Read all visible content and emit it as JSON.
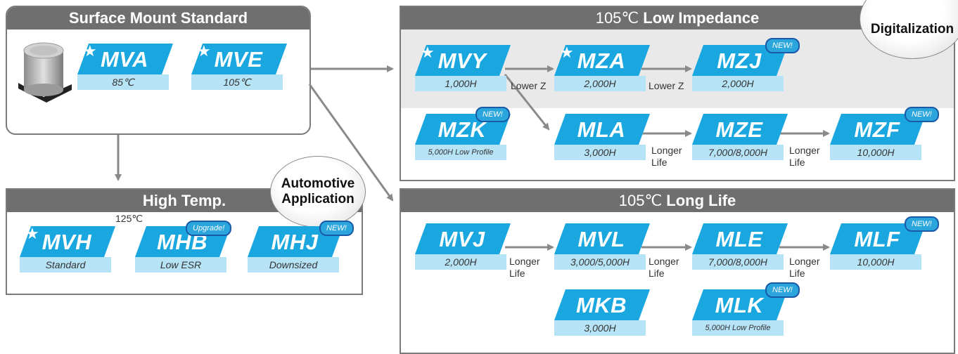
{
  "panels": {
    "surface": {
      "title": "Surface Mount Standard"
    },
    "high_temp": {
      "title": "High Temp.",
      "temp_note": "125℃"
    },
    "low_imp": {
      "title_temp": "105℃",
      "title_text": "Low Impedance"
    },
    "long_life": {
      "title_temp": "105℃",
      "title_text": "Long Life"
    }
  },
  "bubbles": {
    "automotive_line1": "Automotive",
    "automotive_line2": "Application",
    "digitalization": "Digitalization"
  },
  "series": {
    "mva": {
      "name": "MVA",
      "spec": "85℃",
      "star": "★"
    },
    "mve": {
      "name": "MVE",
      "spec": "105℃",
      "star": "★"
    },
    "mvh": {
      "name": "MVH",
      "spec": "Standard",
      "star": "★"
    },
    "mhb": {
      "name": "MHB",
      "spec": "Low ESR",
      "badge": "Upgrade!"
    },
    "mhj": {
      "name": "MHJ",
      "spec": "Downsized",
      "badge": "NEW!"
    },
    "mvy": {
      "name": "MVY",
      "spec": "1,000H",
      "star": "★"
    },
    "mza": {
      "name": "MZA",
      "spec": "2,000H",
      "star": "★"
    },
    "mzj": {
      "name": "MZJ",
      "spec": "2,000H",
      "badge": "NEW!"
    },
    "mzk": {
      "name": "MZK",
      "spec": "5,000H Low Profile",
      "badge": "NEW!"
    },
    "mla": {
      "name": "MLA",
      "spec": "3,000H"
    },
    "mze": {
      "name": "MZE",
      "spec": "7,000/8,000H"
    },
    "mzf": {
      "name": "MZF",
      "spec": "10,000H",
      "badge": "NEW!"
    },
    "mvj": {
      "name": "MVJ",
      "spec": "2,000H"
    },
    "mvl": {
      "name": "MVL",
      "spec": "3,000/5,000H"
    },
    "mle": {
      "name": "MLE",
      "spec": "7,000/8,000H"
    },
    "mlf": {
      "name": "MLF",
      "spec": "10,000H",
      "badge": "NEW!"
    },
    "mkb": {
      "name": "MKB",
      "spec": "3,000H"
    },
    "mlk": {
      "name": "MLK",
      "spec": "5,000H Low Profile",
      "badge": "NEW!"
    }
  },
  "arrow_labels": {
    "lower_z": "Lower Z",
    "longer": "Longer",
    "life": "Life"
  },
  "colors": {
    "card_blue": "#1aa7e0",
    "card_light": "#b7e3f6",
    "header_gray": "#6f6f6f",
    "arrow_gray": "#8a8a8a"
  }
}
